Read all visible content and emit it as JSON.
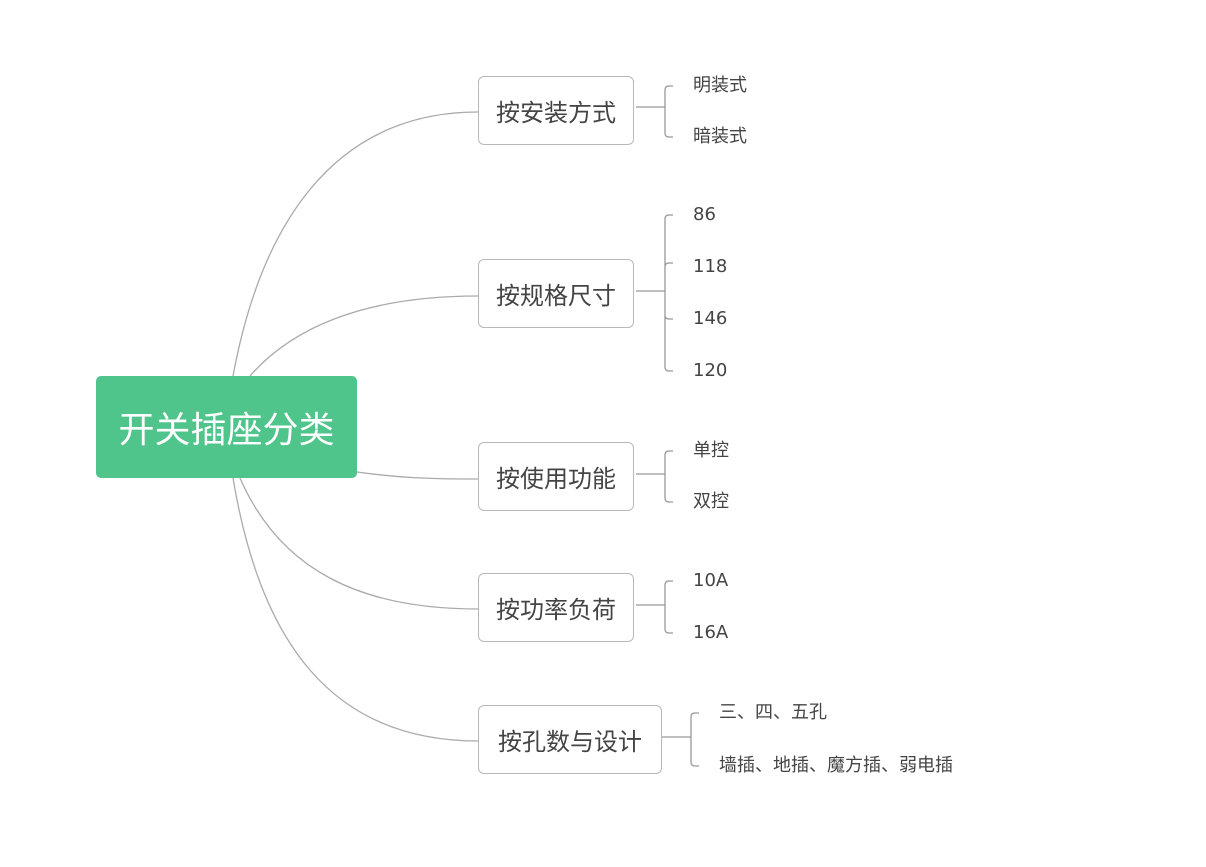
{
  "root": {
    "label": "开关插座分类",
    "color": "#4fc48b"
  },
  "branches": [
    {
      "label": "按安装方式",
      "leaves": [
        "明装式",
        "暗装式"
      ]
    },
    {
      "label": "按规格尺寸",
      "leaves": [
        "86",
        "118",
        "146",
        "120"
      ]
    },
    {
      "label": "按使用功能",
      "leaves": [
        "单控",
        "双控"
      ]
    },
    {
      "label": "按功率负荷",
      "leaves": [
        "10A",
        "16A"
      ]
    },
    {
      "label": "按孔数与设计",
      "leaves": [
        "三、四、五孔",
        "墙插、地插、魔方插、弱电插"
      ]
    }
  ]
}
